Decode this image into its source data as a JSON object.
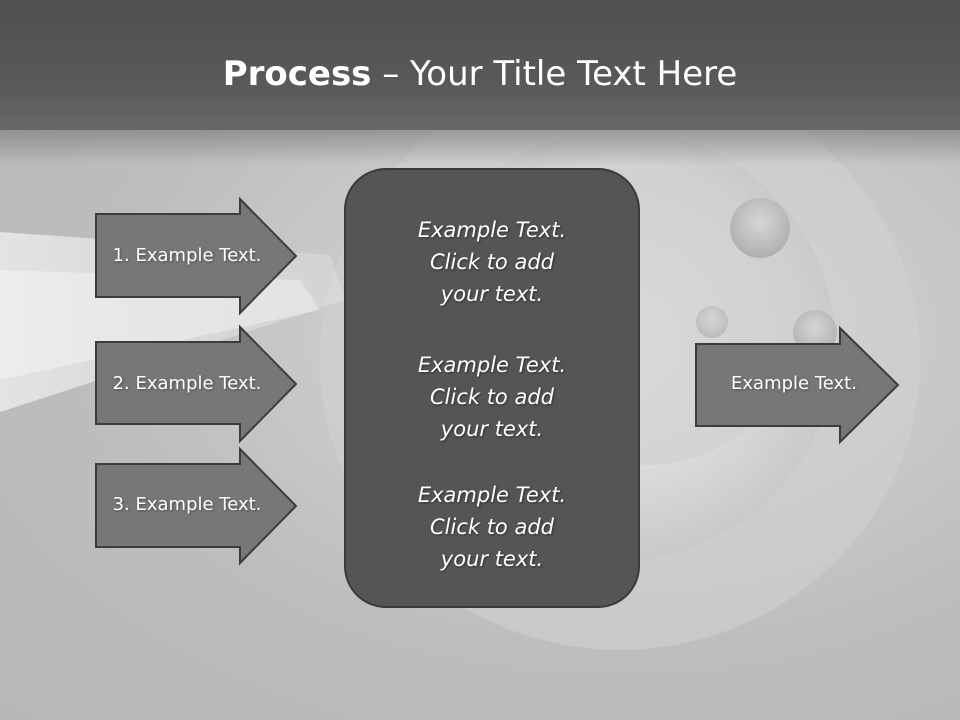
{
  "slide": {
    "title_bold": "Process",
    "title_rest": " – Your Title Text Here",
    "inputs": [
      {
        "label": "1. Example Text."
      },
      {
        "label": "2. Example Text."
      },
      {
        "label": "3. Example Text."
      }
    ],
    "center_paragraphs": [
      {
        "line1": "Example Text.",
        "line2": "Click  to add",
        "line3": "your text."
      },
      {
        "line1": "Example Text.",
        "line2": "Click  to add",
        "line3": "your text."
      },
      {
        "line1": "Example Text.",
        "line2": "Click  to add",
        "line3": "your text."
      }
    ],
    "output": {
      "label": "Example Text."
    }
  },
  "colors": {
    "header": "#555555",
    "arrow_fill": "#777777",
    "arrow_stroke": "#3c3c3c",
    "box_fill": "#555555",
    "text": "#ffffff"
  }
}
